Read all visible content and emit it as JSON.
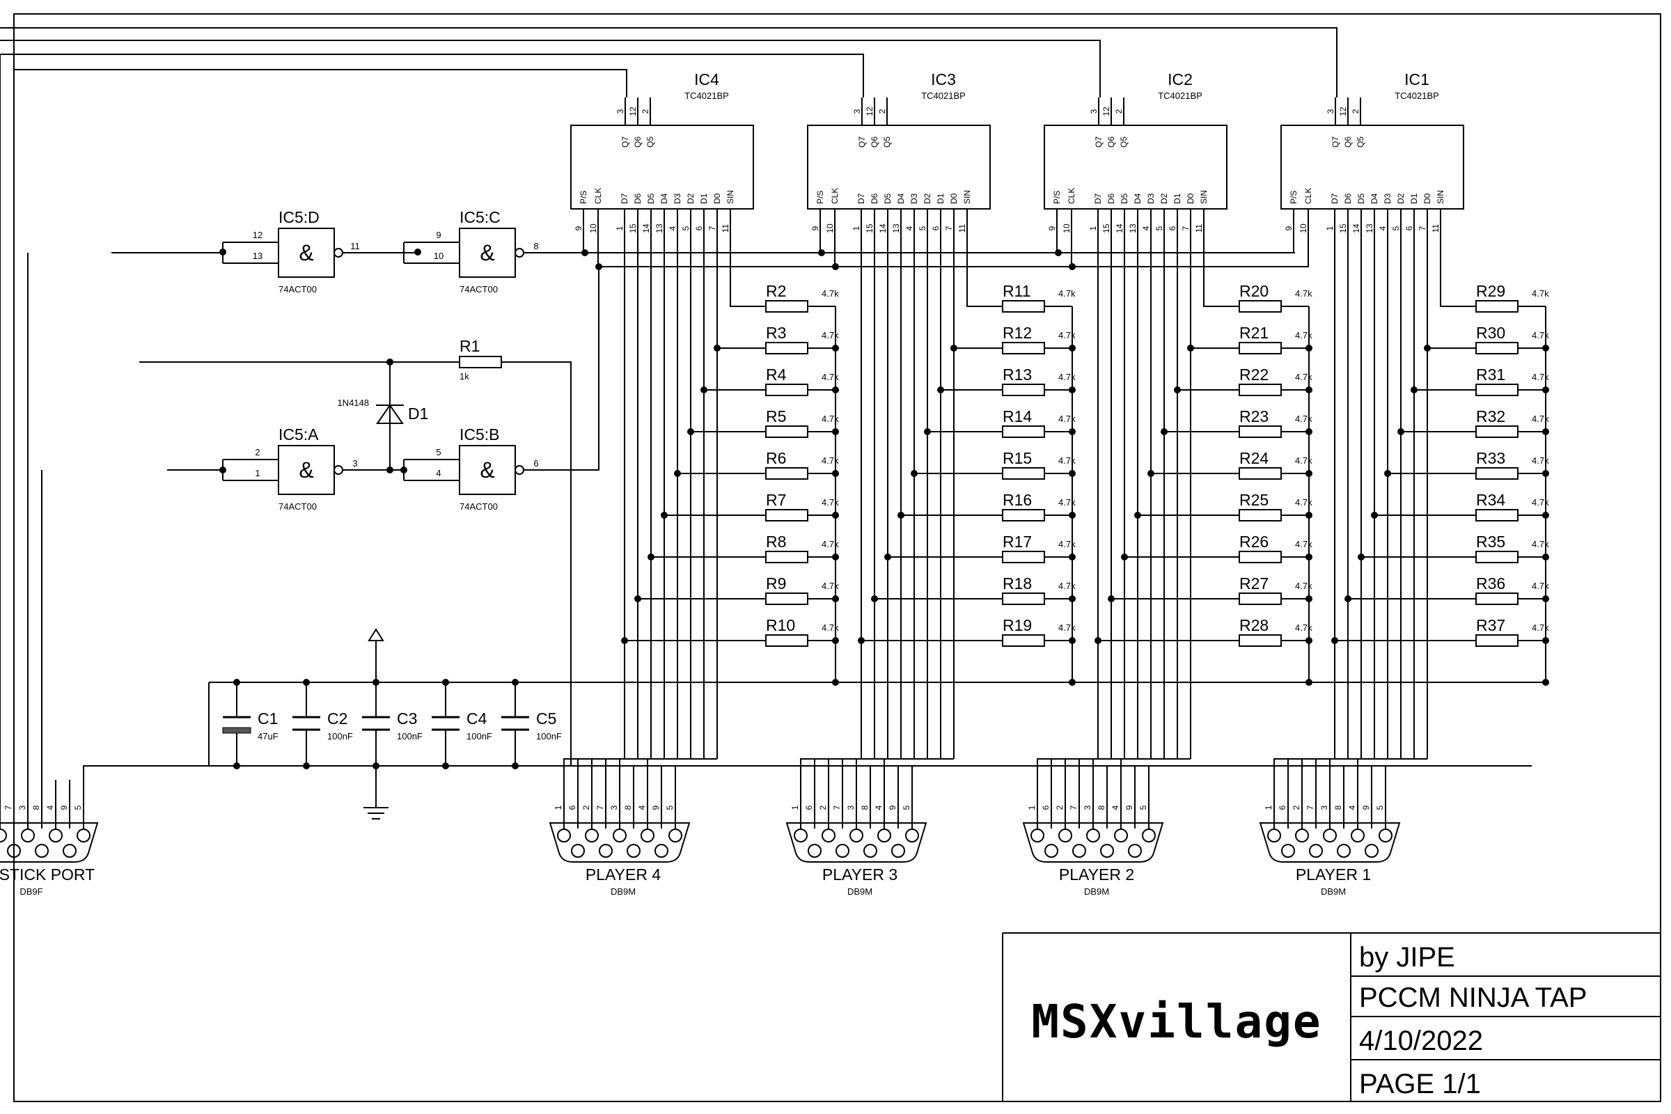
{
  "title_block": {
    "logo": "MSXvillage",
    "author": "by JIPE",
    "project": "PCCM NINJA TAP",
    "date": "4/10/2022",
    "page": "PAGE 1/1"
  },
  "shift_registers": [
    {
      "ref": "IC4",
      "part": "TC4021BP"
    },
    {
      "ref": "IC3",
      "part": "TC4021BP"
    },
    {
      "ref": "IC2",
      "part": "TC4021BP"
    },
    {
      "ref": "IC1",
      "part": "TC4021BP"
    }
  ],
  "shift_register_pins": {
    "top_labels": [
      "Q7",
      "Q6",
      "Q5"
    ],
    "top_numbers": [
      "3",
      "12",
      "2"
    ],
    "bottom_labels": [
      "P/S",
      "CLK",
      "D7",
      "D6",
      "D5",
      "D4",
      "D3",
      "D2",
      "D1",
      "D0",
      "SIN"
    ],
    "bottom_numbers": [
      "9",
      "10",
      "1",
      "15",
      "14",
      "13",
      "4",
      "5",
      "6",
      "7",
      "11"
    ]
  },
  "nand_gates": [
    {
      "ref": "IC5:D",
      "part": "74ACT00",
      "in_a": "12",
      "in_b": "13",
      "out": "11"
    },
    {
      "ref": "IC5:C",
      "part": "74ACT00",
      "in_a": "9",
      "in_b": "10",
      "out": "8"
    },
    {
      "ref": "IC5:A",
      "part": "74ACT00",
      "in_a": "2",
      "in_b": "1",
      "out": "3"
    },
    {
      "ref": "IC5:B",
      "part": "74ACT00",
      "in_a": "5",
      "in_b": "4",
      "out": "6"
    }
  ],
  "nand_symbol": "&",
  "resistor_groups": [
    [
      "R2",
      "R3",
      "R4",
      "R5",
      "R6",
      "R7",
      "R8",
      "R9",
      "R10"
    ],
    [
      "R11",
      "R12",
      "R13",
      "R14",
      "R15",
      "R16",
      "R17",
      "R18",
      "R19"
    ],
    [
      "R20",
      "R21",
      "R22",
      "R23",
      "R24",
      "R25",
      "R26",
      "R27",
      "R28"
    ],
    [
      "R29",
      "R30",
      "R31",
      "R32",
      "R33",
      "R34",
      "R35",
      "R36",
      "R37"
    ]
  ],
  "pullup_value": "4.7k",
  "r1": {
    "ref": "R1",
    "value": "1k"
  },
  "d1": {
    "ref": "D1",
    "part": "1N4148"
  },
  "capacitors": [
    {
      "ref": "C1",
      "value": "47uF"
    },
    {
      "ref": "C2",
      "value": "100nF"
    },
    {
      "ref": "C3",
      "value": "100nF"
    },
    {
      "ref": "C4",
      "value": "100nF"
    },
    {
      "ref": "C5",
      "value": "100nF"
    }
  ],
  "connectors": [
    {
      "name": "JOYSTICK PORT",
      "type": "DB9F"
    },
    {
      "name": "PLAYER 4",
      "type": "DB9M"
    },
    {
      "name": "PLAYER 3",
      "type": "DB9M"
    },
    {
      "name": "PLAYER 2",
      "type": "DB9M"
    },
    {
      "name": "PLAYER 1",
      "type": "DB9M"
    }
  ],
  "connector_pin_order": [
    "1",
    "6",
    "2",
    "7",
    "3",
    "8",
    "4",
    "9",
    "5"
  ],
  "colors": {
    "ink": "#000000",
    "paper": "#ffffff"
  }
}
